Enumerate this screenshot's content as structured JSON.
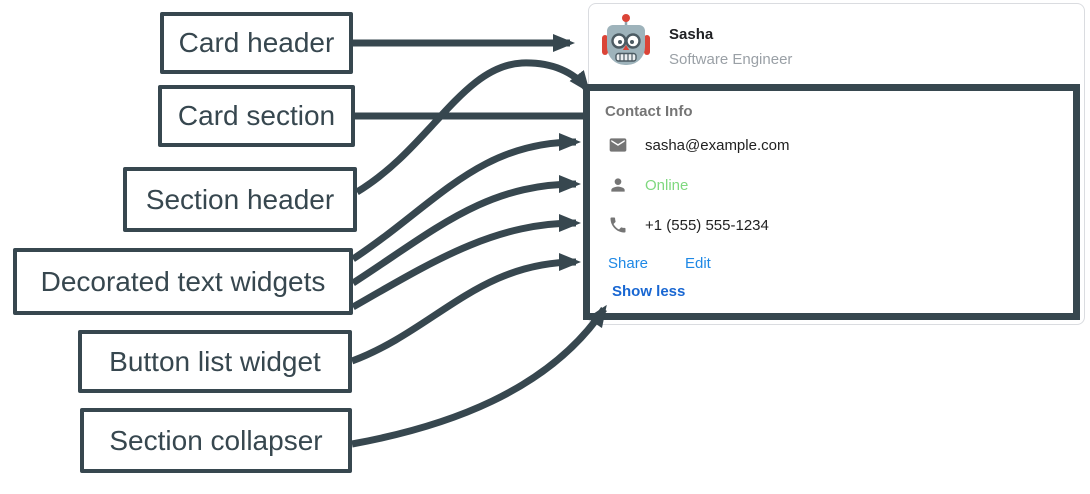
{
  "annotation": {
    "color": "#37474F",
    "labels": [
      {
        "id": "card-header",
        "text": "Card header",
        "target": "card header (avatar, name, role)"
      },
      {
        "id": "card-section",
        "text": "Card section",
        "target": "highlighted section border"
      },
      {
        "id": "section-header",
        "text": "Section header",
        "target": "Contact Info title"
      },
      {
        "id": "decorated-text-widgets",
        "text": "Decorated text widgets",
        "target": "email / status / phone rows"
      },
      {
        "id": "button-list-widget",
        "text": "Button list widget",
        "target": "Share and Edit buttons"
      },
      {
        "id": "section-collapser",
        "text": "Section collapser",
        "target": "Show less control"
      }
    ]
  },
  "card": {
    "header": {
      "avatar_icon": "robot-avatar",
      "name": "Sasha",
      "role": "Software Engineer"
    },
    "section": {
      "title": "Contact Info",
      "rows": [
        {
          "icon": "email-icon",
          "text": "sasha@example.com",
          "color": "#212121"
        },
        {
          "icon": "person-icon",
          "text": "Online",
          "color": "#7FD87F"
        },
        {
          "icon": "phone-icon",
          "text": "+1 (555) 555-1234",
          "color": "#212121"
        }
      ],
      "buttons": [
        {
          "label": "Share"
        },
        {
          "label": "Edit"
        }
      ],
      "collapser": {
        "label": "Show less"
      }
    }
  },
  "colors": {
    "annotation_slate": "#37474F",
    "card_border": "#DADCE0",
    "link_blue": "#1E88E5",
    "collapse_blue": "#1967D2",
    "status_green": "#7FD87F",
    "icon_gray": "#757575",
    "role_gray": "#9AA0A6"
  }
}
